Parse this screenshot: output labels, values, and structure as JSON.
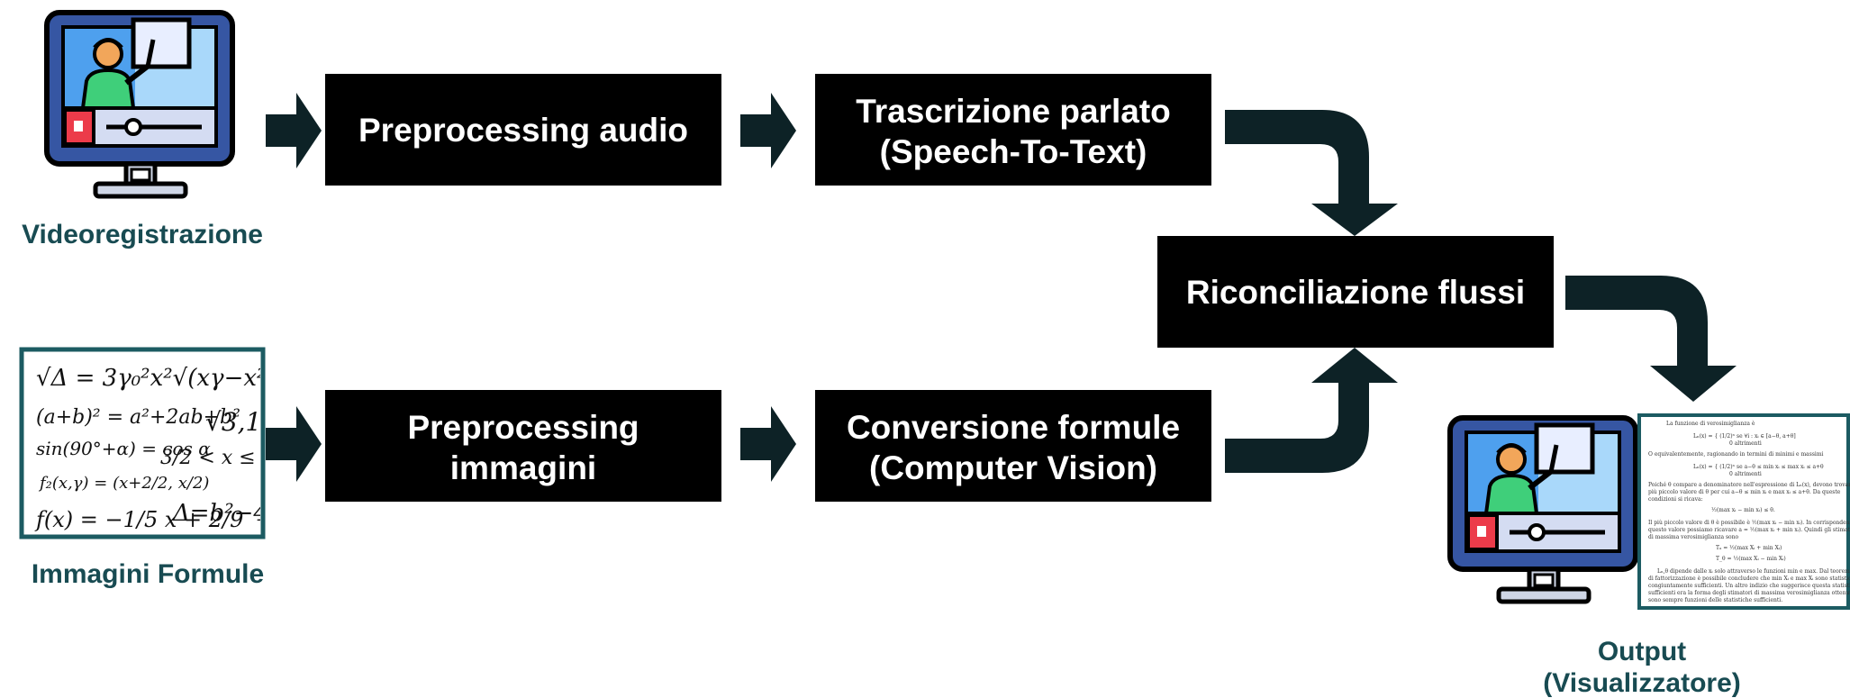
{
  "colors": {
    "box_fill": "#000000",
    "arrow": "#0d2226",
    "caption": "#184b52",
    "frame": "#1c5b62",
    "monitor_outer": "#3656a3",
    "monitor_screen": "#4ea0ee",
    "teacher_shirt": "#3fcf7a",
    "accent_red": "#ec3b4a"
  },
  "inputs": {
    "video_label": "Videoregistrazione",
    "images_label": "Immagini Formule"
  },
  "steps": {
    "audio_pre": "Preprocessing audio",
    "stt_line1": "Trascrizione parlato",
    "stt_line2": "(Speech-To-Text)",
    "img_pre_line1": "Preprocessing",
    "img_pre_line2": "immagini",
    "cv_line1": "Conversione formule",
    "cv_line2": "(Computer Vision)",
    "merge": "Riconciliazione flussi"
  },
  "output": {
    "line1": "Output",
    "line2": "(Visualizzatore)"
  },
  "icons": {
    "video": "teacher-monitor-icon",
    "images": "handwritten-formulas-image",
    "output_monitor": "teacher-monitor-icon",
    "output_document": "document-page-icon",
    "arrows": "block-arrow-icon"
  }
}
